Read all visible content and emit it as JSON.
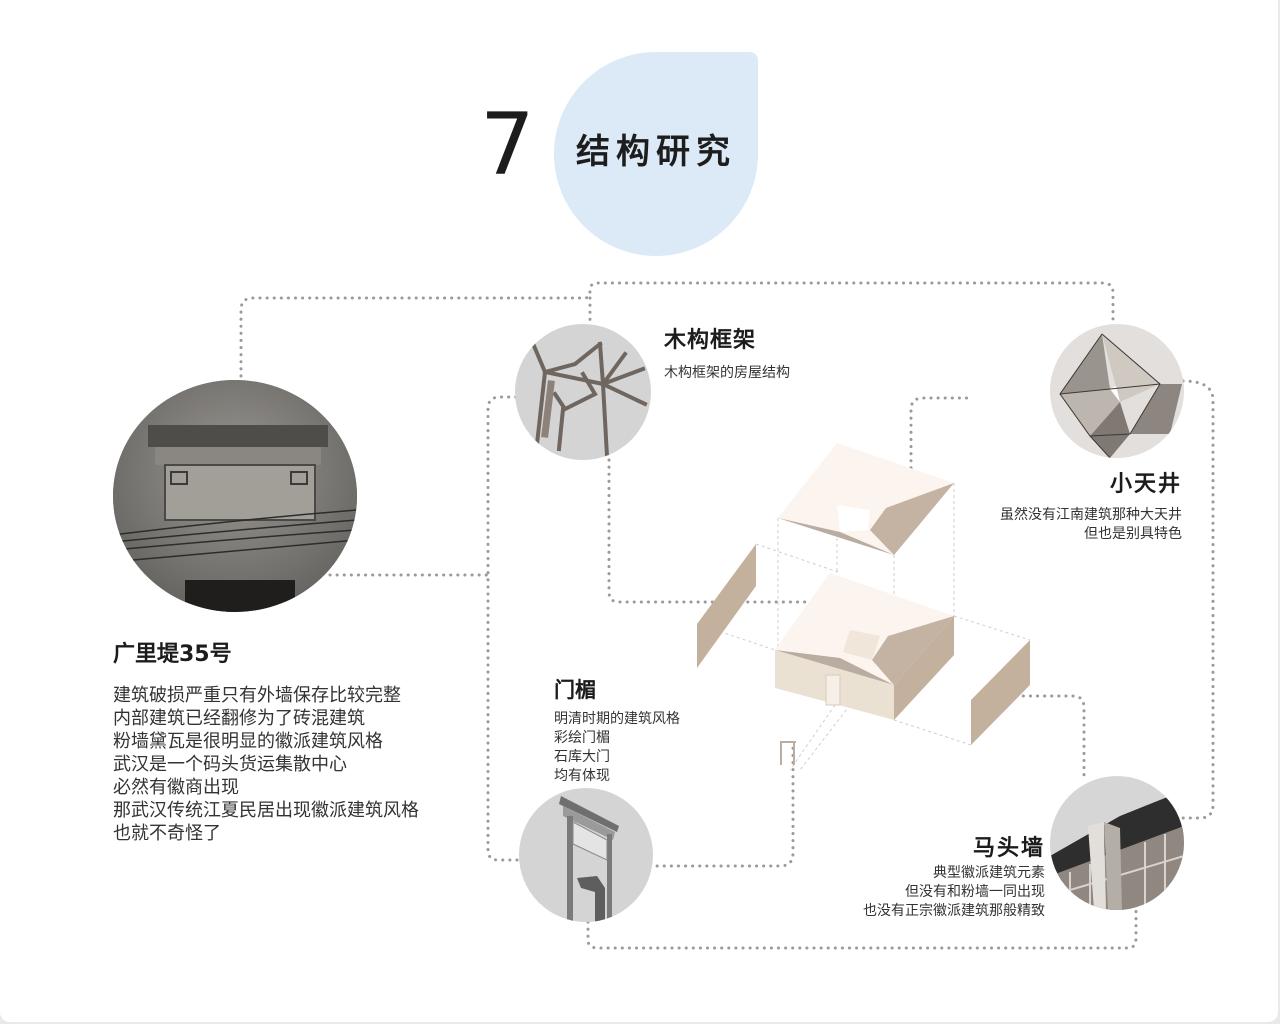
{
  "header": {
    "number": "7",
    "title": "结构研究",
    "accent_color": "#dbeaf6"
  },
  "case_study": {
    "title": "广里堤35号",
    "lines": [
      "建筑破损严重只有外墙保存比较完整",
      "内部建筑已经翻修为了砖混建筑",
      "粉墙黛瓦是很明显的徽派建筑风格",
      "武汉是一个码头货运集散中心",
      "必然有徽商出现",
      "那武汉传统江夏民居出现徽派建筑风格",
      "也就不奇怪了"
    ],
    "image": "old-wall-door-lintel-photo"
  },
  "nodes": {
    "wood_frame": {
      "title": "木构框架",
      "lines": [
        "木构框架的房屋结构"
      ],
      "image": "timber-frame-icon"
    },
    "courtyard": {
      "title": "小天井",
      "lines": [
        "虽然没有江南建筑那种大天井",
        "但也是别具特色"
      ],
      "image": "skylight-courtyard-icon"
    },
    "door_lintel": {
      "title": "门楣",
      "lines": [
        "明清时期的建筑风格",
        "彩绘门楣",
        "石库大门",
        "均有体现"
      ],
      "image": "door-lintel-icon"
    },
    "horse_head_wall": {
      "title": "马头墙",
      "lines": [
        "典型徽派建筑元素",
        "但没有和粉墙一同出现",
        "也没有正宗徽派建筑那般精致"
      ],
      "image": "horse-head-wall-icon"
    }
  },
  "center_diagram": "exploded-axonometric-courtyard-house",
  "colors": {
    "connector": "#9a9a9a",
    "wall_light": "#ebe1d3",
    "wall_dark": "#c4b19d",
    "roof_light": "#fbf4ef",
    "roof_dark": "#b9aca0",
    "icon_bg": "#d4d4d4"
  }
}
